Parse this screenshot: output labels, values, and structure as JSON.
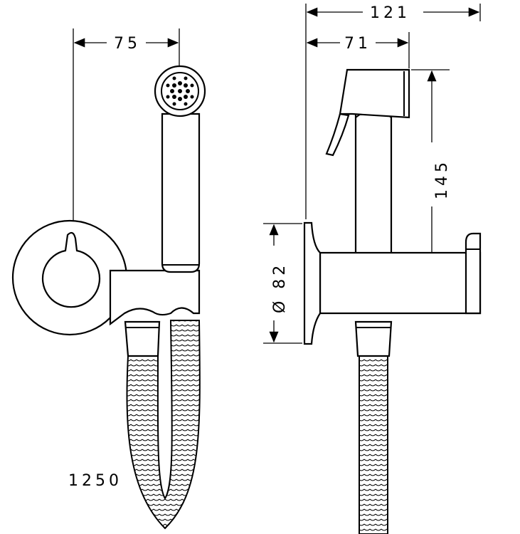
{
  "drawing": {
    "left_view": {
      "dim_width": "75",
      "hose_length": "1250"
    },
    "right_view": {
      "dim_total_depth": "121",
      "dim_outlet_depth": "71",
      "dim_height": "145",
      "dim_plate_diameter": "Ø 82"
    }
  }
}
